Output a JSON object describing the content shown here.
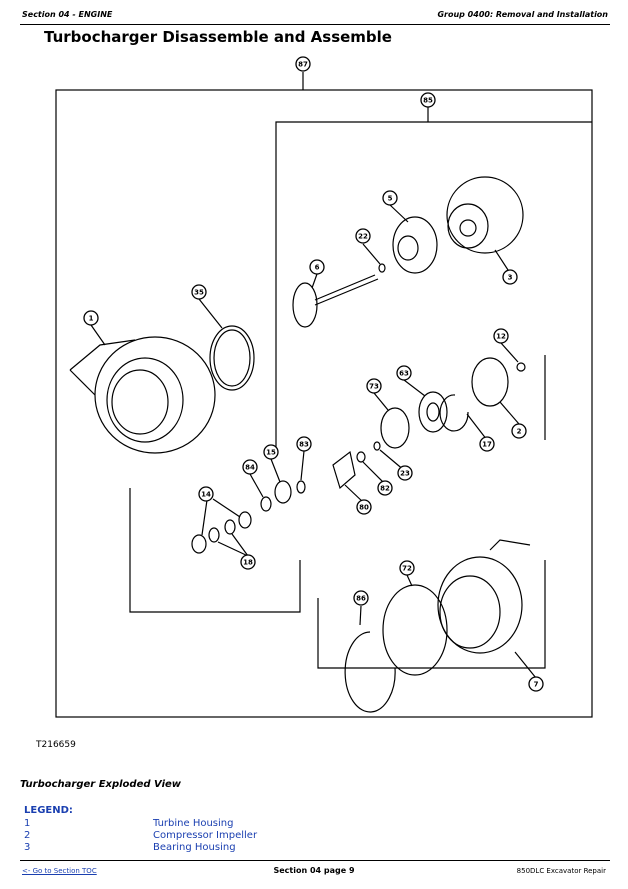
{
  "header": {
    "section": "Section 04 - ENGINE",
    "group": "Group 0400: Removal and Installation"
  },
  "page_title": "Turbocharger Disassemble and Assemble",
  "figure": {
    "callouts": [
      "87",
      "85",
      "5",
      "22",
      "3",
      "6",
      "35",
      "1",
      "12",
      "73",
      "63",
      "2",
      "17",
      "83",
      "15",
      "84",
      "23",
      "82",
      "80",
      "14",
      "18",
      "72",
      "86",
      "7"
    ],
    "image_id": "T216659"
  },
  "subtitle": "Turbocharger Exploded View",
  "legend": {
    "title": "LEGEND:",
    "items": [
      {
        "num": "1",
        "label": "Turbine Housing"
      },
      {
        "num": "2",
        "label": "Compressor Impeller"
      },
      {
        "num": "3",
        "label": "Bearing Housing"
      }
    ]
  },
  "footer": {
    "toc_link": "<- Go to Section TOC",
    "page": "Section 04 page 9",
    "doc": "850DLC Excavator Repair"
  }
}
